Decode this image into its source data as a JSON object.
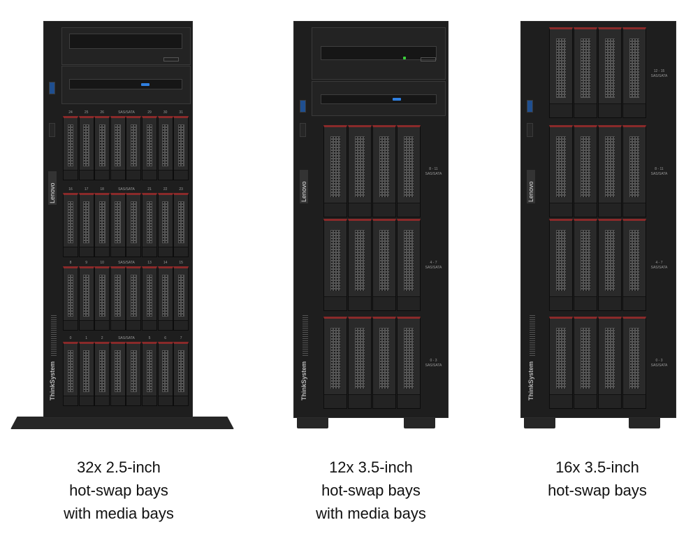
{
  "servers": [
    {
      "caption": [
        "32x 2.5-inch",
        "hot-swap bays",
        "with media bays"
      ],
      "brand_logo": "Lenovo",
      "model_text": "ThinkSystem",
      "bay_rows": [
        [
          "24",
          "25",
          "26",
          "SAS/SATA",
          "29",
          "30",
          "31"
        ],
        [
          "16",
          "17",
          "18",
          "SAS/SATA",
          "21",
          "22",
          "23"
        ],
        [
          "8",
          "9",
          "10",
          "SAS/SATA",
          "13",
          "14",
          "15"
        ],
        [
          "0",
          "1",
          "2",
          "SAS/SATA",
          "5",
          "6",
          "7"
        ]
      ]
    },
    {
      "caption": [
        "12x 3.5-inch",
        "hot-swap bays",
        "with media bays"
      ],
      "brand_logo": "Lenovo",
      "model_text": "ThinkSystem",
      "bay_labels": [
        {
          "range": "8 - 11",
          "type": "SAS/SATA"
        },
        {
          "range": "4 - 7",
          "type": "SAS/SATA"
        },
        {
          "range": "0 - 3",
          "type": "SAS/SATA"
        }
      ]
    },
    {
      "caption": [
        "16x 3.5-inch",
        "hot-swap bays"
      ],
      "brand_logo": "Lenovo",
      "model_text": "ThinkSystem",
      "bay_labels": [
        {
          "range": "12 - 15",
          "type": "SAS/SATA"
        },
        {
          "range": "8 - 11",
          "type": "SAS/SATA"
        },
        {
          "range": "4 - 7",
          "type": "SAS/SATA"
        },
        {
          "range": "0 - 3",
          "type": "SAS/SATA"
        }
      ]
    }
  ],
  "colors": {
    "chassis": "#1e1e1e",
    "drive_accent": "#8a2a2a",
    "eject_button": "#2f7fe0",
    "power_led": "#3ad13a"
  }
}
